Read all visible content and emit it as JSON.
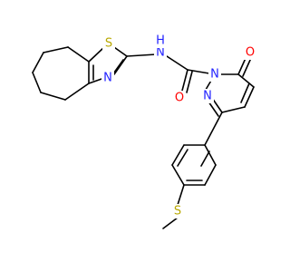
{
  "molecule": {
    "atoms": [
      {
        "id": "S1",
        "symbol": "S",
        "color": "#b8a800"
      },
      {
        "id": "N1",
        "symbol": "N",
        "color": "#2222ff"
      },
      {
        "id": "N2",
        "symbol": "N",
        "color": "#2222ff"
      },
      {
        "id": "NH",
        "symbol": "H",
        "color": "#2222ff"
      },
      {
        "id": "O1",
        "symbol": "O",
        "color": "#ff0000"
      },
      {
        "id": "N3",
        "symbol": "N",
        "color": "#2222ff"
      },
      {
        "id": "N4",
        "symbol": "N",
        "color": "#2222ff"
      },
      {
        "id": "O2",
        "symbol": "O",
        "color": "#ff0000"
      },
      {
        "id": "S2",
        "symbol": "S",
        "color": "#b8a800"
      }
    ]
  }
}
